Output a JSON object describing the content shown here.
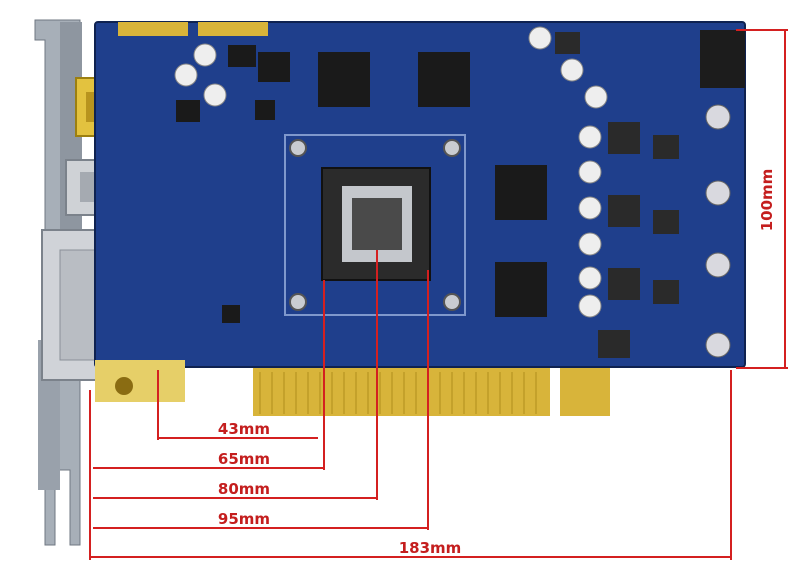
{
  "labels": {
    "width_100": "100mm",
    "d43": "43mm",
    "d65": "65mm",
    "d80": "80mm",
    "d95": "95mm",
    "d183": "183mm"
  },
  "colors": {
    "pcb": "#1f3f8c",
    "pcb_dark": "#152d66",
    "bracket": "#9aa3ad",
    "gold": "#d8b43a",
    "dimension_line": "#d42020",
    "label_text": "#c41e1e",
    "chip": "#1a1a1a",
    "silver": "#c9ccd1"
  },
  "icons": {
    "board": "graphics-card-pcb",
    "gpu": "gpu-die",
    "bracket": "io-bracket"
  }
}
